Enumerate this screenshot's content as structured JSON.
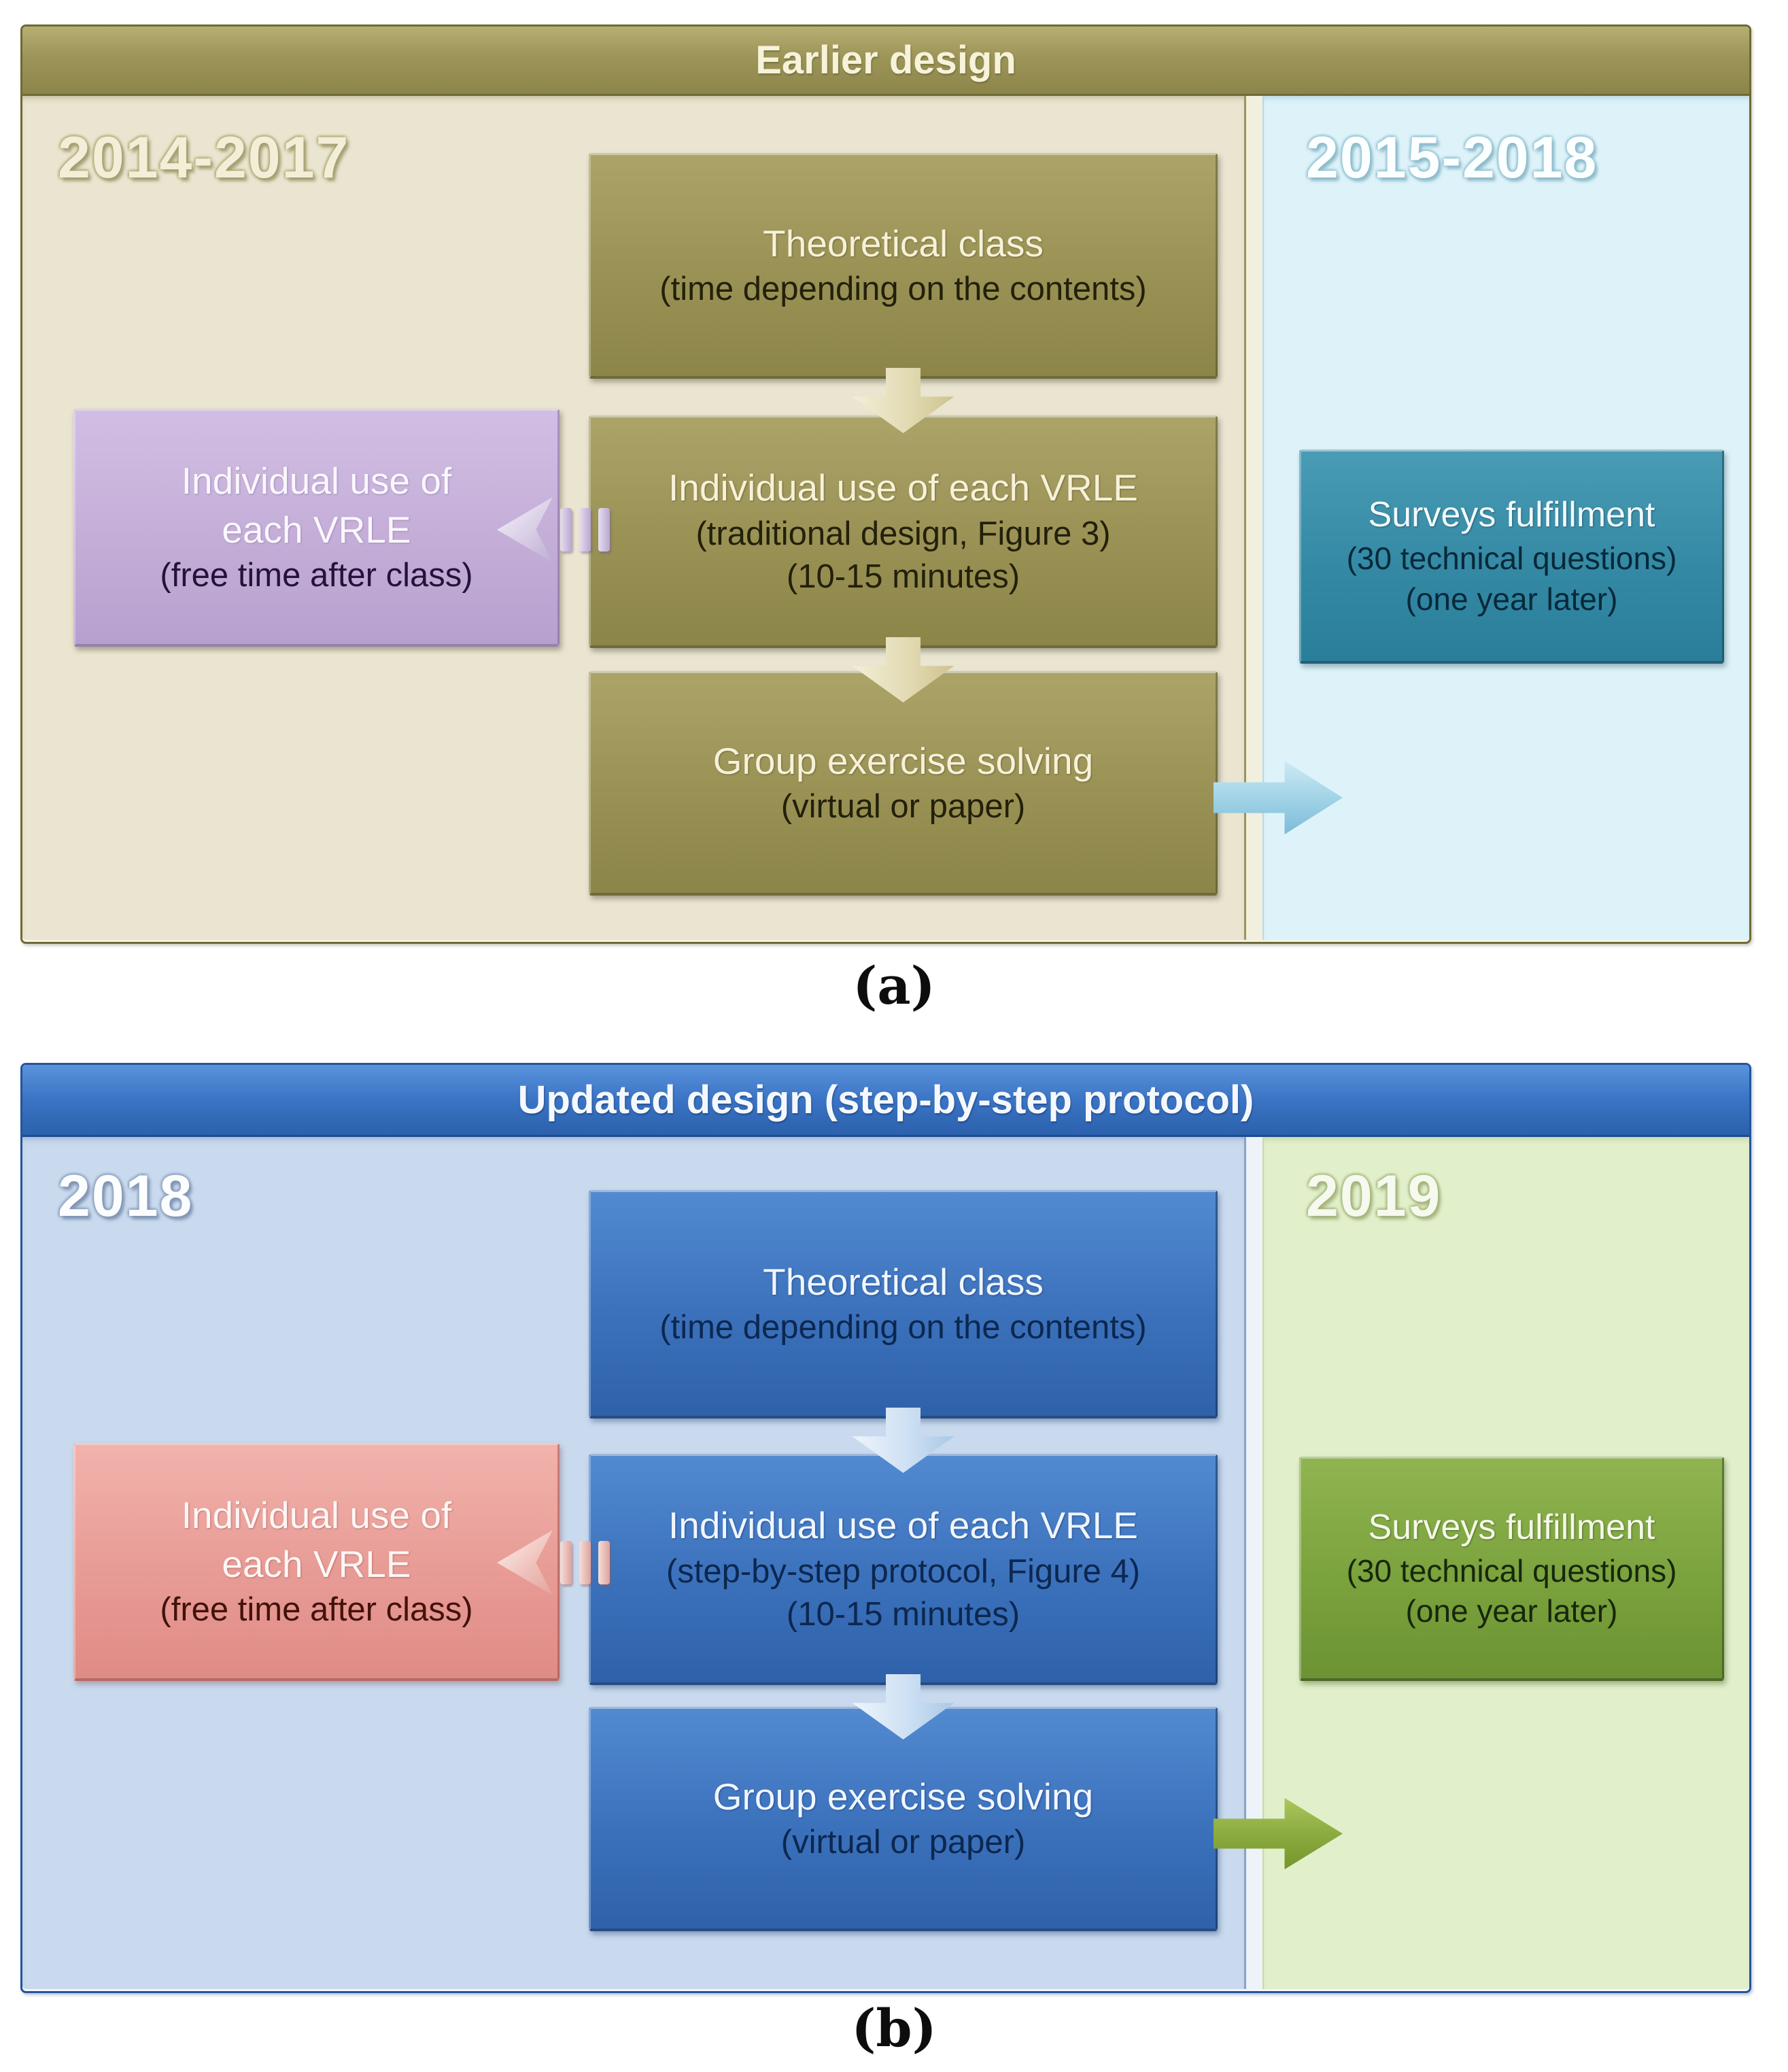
{
  "panel_a": {
    "header_title": "Earlier design",
    "caption": "(a)",
    "left": {
      "year_range": "2014-2017",
      "side_box": {
        "title_line1": "Individual use of",
        "title_line2": "each VRLE",
        "subtitle": "(free time after class)"
      },
      "flow": [
        {
          "title": "Theoretical class",
          "subtitle1": "(time depending on the contents)"
        },
        {
          "title": "Individual use of each VRLE",
          "subtitle1": "(traditional design, Figure 3)",
          "subtitle2": "(10-15 minutes)"
        },
        {
          "title": "Group exercise solving",
          "subtitle1": "(virtual or paper)"
        }
      ]
    },
    "right": {
      "year_range": "2015-2018",
      "box": {
        "title": "Surveys fulfillment",
        "subtitle1": "(30 technical questions)",
        "subtitle2": "(one year later)"
      }
    }
  },
  "panel_b": {
    "header_title": "Updated design (step-by-step protocol)",
    "caption": "(b)",
    "left": {
      "year_range": "2018",
      "side_box": {
        "title_line1": "Individual use of",
        "title_line2": "each VRLE",
        "subtitle": "(free time after class)"
      },
      "flow": [
        {
          "title": "Theoretical class",
          "subtitle1": "(time depending on the contents)"
        },
        {
          "title": "Individual use of each VRLE",
          "subtitle1": "(step-by-step protocol, Figure 4)",
          "subtitle2": "(10-15 minutes)"
        },
        {
          "title": "Group exercise solving",
          "subtitle1": "(virtual or paper)"
        }
      ]
    },
    "right": {
      "year_range": "2019",
      "box": {
        "title": "Surveys fulfillment",
        "subtitle1": "(30 technical questions)",
        "subtitle2": "(one year later)"
      }
    }
  },
  "colors": {
    "panel_a_header": "#9d9558",
    "panel_a_left_bg": "#eae5d0",
    "panel_a_right_bg": "#def3f9",
    "olive_box": "#9b9356",
    "purple_box": "#c4aed8",
    "teal_box": "#3489a4",
    "cream_arrow": "#e2dab2",
    "cyan_arrow": "#a2d4e7",
    "panel_b_header": "#3a74c4",
    "panel_b_left_bg": "#c9daee",
    "panel_b_right_bg": "#e1f0ca",
    "blue_box": "#3b71bb",
    "pink_box": "#e89b95",
    "green_box": "#7aa23d",
    "light_blue_arrow": "#cde0f3",
    "green_arrow": "#8cab3f"
  }
}
